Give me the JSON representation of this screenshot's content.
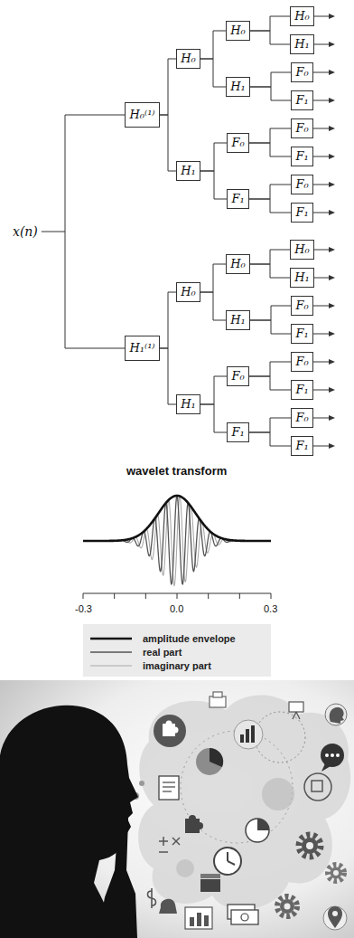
{
  "diagram": {
    "nodes": [
      {
        "text": [
          "H₀⁽¹⁾"
        ]
      },
      {
        "text": [
          "H₀"
        ]
      },
      {
        "text": [
          "H₀"
        ]
      },
      {
        "text": [
          "H₀"
        ]
      },
      {
        "text": [
          "H₁"
        ]
      },
      {
        "text": [
          "H₁"
        ]
      },
      {
        "text": [
          "F₀"
        ]
      },
      {
        "text": [
          "F₁"
        ]
      },
      {
        "text": [
          "H₁"
        ]
      },
      {
        "text": [
          "F₀"
        ]
      },
      {
        "text": [
          "F₀"
        ]
      },
      {
        "text": [
          "F₁"
        ]
      },
      {
        "text": [
          "F₁"
        ]
      },
      {
        "text": [
          "F₀"
        ]
      },
      {
        "text": [
          "F₁"
        ]
      },
      {
        "text": [
          "H₁⁽¹⁾"
        ]
      },
      {
        "text": [
          "H₀"
        ]
      },
      {
        "text": [
          "H₀"
        ]
      },
      {
        "text": [
          "H₀"
        ]
      },
      {
        "text": [
          "H₁"
        ]
      },
      {
        "text": [
          "H₁"
        ]
      },
      {
        "text": [
          "F₀"
        ]
      },
      {
        "text": [
          "F₁"
        ]
      },
      {
        "text": [
          "H₁"
        ]
      },
      {
        "text": [
          "F₀"
        ]
      },
      {
        "text": [
          "F₀"
        ]
      },
      {
        "text": [
          "F₁"
        ]
      },
      {
        "text": [
          "F₁"
        ]
      },
      {
        "text": [
          "F₀"
        ]
      },
      {
        "text": [
          "F₁"
        ]
      }
    ],
    "edges": [
      {
        "from": 0,
        "to": 1,
        "arrow": "none"
      },
      {
        "from": 0,
        "to": 8,
        "arrow": "none"
      },
      {
        "from": 1,
        "to": 2,
        "arrow": "none"
      },
      {
        "from": 1,
        "to": 5,
        "arrow": "none"
      },
      {
        "from": 2,
        "to": 3,
        "arrow": "none"
      },
      {
        "from": 2,
        "to": 4,
        "arrow": "none"
      },
      {
        "from": 5,
        "to": 6,
        "arrow": "none"
      },
      {
        "from": 5,
        "to": 7,
        "arrow": "none"
      },
      {
        "from": 8,
        "to": 9,
        "arrow": "none"
      },
      {
        "from": 8,
        "to": 12,
        "arrow": "none"
      },
      {
        "from": 9,
        "to": 10,
        "arrow": "none"
      },
      {
        "from": 9,
        "to": 11,
        "arrow": "none"
      },
      {
        "from": 12,
        "to": 13,
        "arrow": "none"
      },
      {
        "from": 12,
        "to": 14,
        "arrow": "none"
      },
      {
        "from": 15,
        "to": 16,
        "arrow": "none"
      },
      {
        "from": 15,
        "to": 23,
        "arrow": "none"
      },
      {
        "from": 16,
        "to": 17,
        "arrow": "none"
      },
      {
        "from": 16,
        "to": 20,
        "arrow": "none"
      },
      {
        "from": 17,
        "to": 18,
        "arrow": "none"
      },
      {
        "from": 17,
        "to": 19,
        "arrow": "none"
      },
      {
        "from": 20,
        "to": 21,
        "arrow": "none"
      },
      {
        "from": 20,
        "to": 22,
        "arrow": "none"
      },
      {
        "from": 23,
        "to": 24,
        "arrow": "none"
      },
      {
        "from": 23,
        "to": 27,
        "arrow": "none"
      },
      {
        "from": 24,
        "to": 25,
        "arrow": "none"
      },
      {
        "from": 24,
        "to": 26,
        "arrow": "none"
      },
      {
        "from": 27,
        "to": 28,
        "arrow": "none"
      },
      {
        "from": 27,
        "to": 29,
        "arrow": "none"
      }
    ],
    "labels": [
      "x(n)",
      "wavelet transform",
      "-0.3",
      "0.0",
      "0.3"
    ],
    "legend": [
      {
        "text": "amplitude envelope"
      },
      {
        "text": "real part"
      },
      {
        "text": "imaginary part"
      }
    ]
  }
}
